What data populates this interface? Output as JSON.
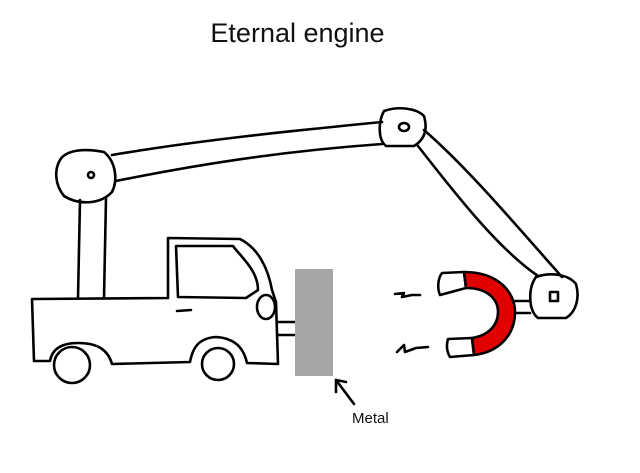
{
  "title": "Eternal engine",
  "labels": {
    "metal": "Metal"
  },
  "colors": {
    "ink": "#000000",
    "metal_block": "#a6a6a6",
    "magnet": "#e00000",
    "background": "#ffffff"
  },
  "components": [
    "truck",
    "boom-arm",
    "metal-plate",
    "horseshoe-magnet",
    "magnetic-field-lines",
    "label-arrow"
  ]
}
